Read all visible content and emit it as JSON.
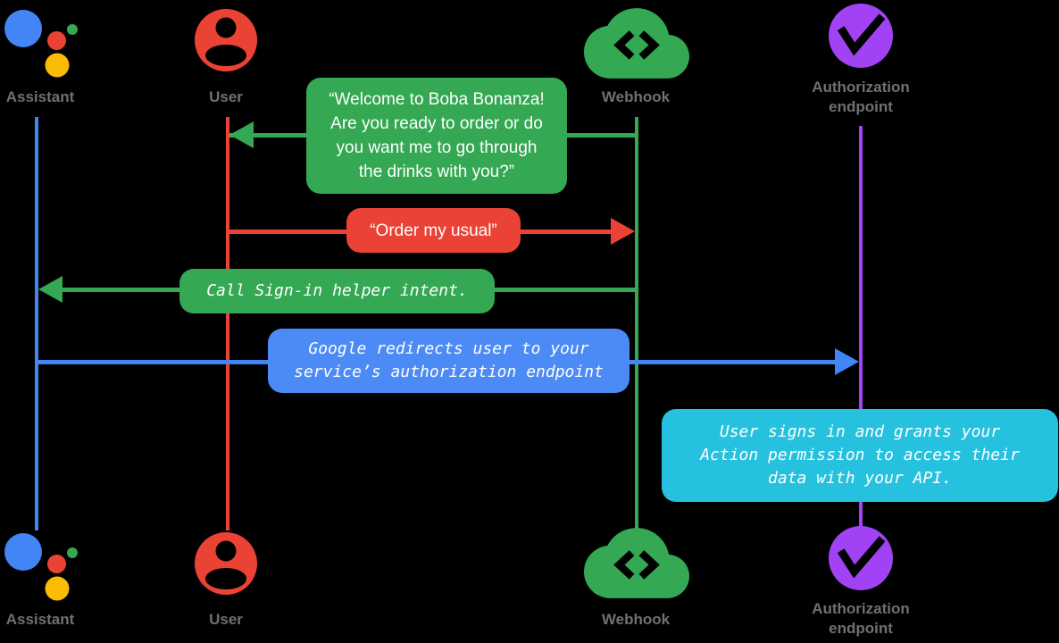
{
  "colors": {
    "assistant_blue": "#4285F4",
    "user_red": "#EA4335",
    "webhook_green": "#34A853",
    "assistant_yellow": "#FBBC04",
    "auth_purple": "#A142F4",
    "note_cyan": "#26C1DE",
    "redirect_bubble_blue": "#4C8BF5",
    "label_gray": "#6D7175",
    "bubble_text": "#FFFFFF",
    "background": "#000000"
  },
  "actors": [
    {
      "id": "assistant",
      "label": "Assistant",
      "color": "#4285F4"
    },
    {
      "id": "user",
      "label": "User",
      "color": "#EA4335"
    },
    {
      "id": "webhook",
      "label": "Webhook",
      "color": "#34A853"
    },
    {
      "id": "auth-endpoint",
      "label": "Authorization\nendpoint",
      "color": "#A142F4"
    }
  ],
  "messages": [
    {
      "id": "welcome",
      "from": "webhook",
      "to": "user",
      "color": "#34A853",
      "text": "“Welcome to Boba Bonanza!\nAre you ready to order or do\nyou want me to go through\nthe drinks with you?”"
    },
    {
      "id": "order",
      "from": "user",
      "to": "webhook",
      "color": "#EA4335",
      "text": "“Order my usual”"
    },
    {
      "id": "signin-helper",
      "from": "webhook",
      "to": "assistant",
      "color": "#34A853",
      "text": "Call Sign-in helper intent."
    },
    {
      "id": "redirect",
      "from": "assistant",
      "to": "auth-endpoint",
      "color": "#4C8BF5",
      "text": "Google redirects user to your\nservice’s authorization endpoint"
    },
    {
      "id": "grant",
      "from": "auth-endpoint",
      "to": "auth-endpoint",
      "color": "#26C1DE",
      "text": "User signs in and grants your\nAction permission to access their\ndata with your API."
    }
  ]
}
